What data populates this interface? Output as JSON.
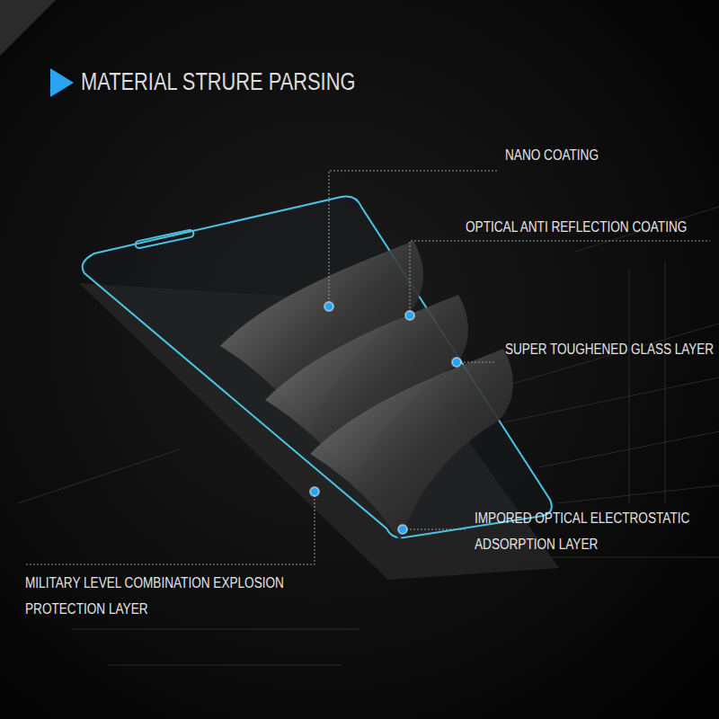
{
  "diagram": {
    "title": "MATERIAL STRURE PARSING",
    "labels": [
      "NANO COATING",
      "OPTICAL ANTI REFLECTION COATING",
      "SUPER TOUGHENED GLASS LAYER",
      "IMPORED OPTICAL ELECTROSTATIC ADSORPTION LAYER",
      "MILITARY LEVEL COMBINATION EXPLOSION PROTECTION LAYER"
    ]
  }
}
